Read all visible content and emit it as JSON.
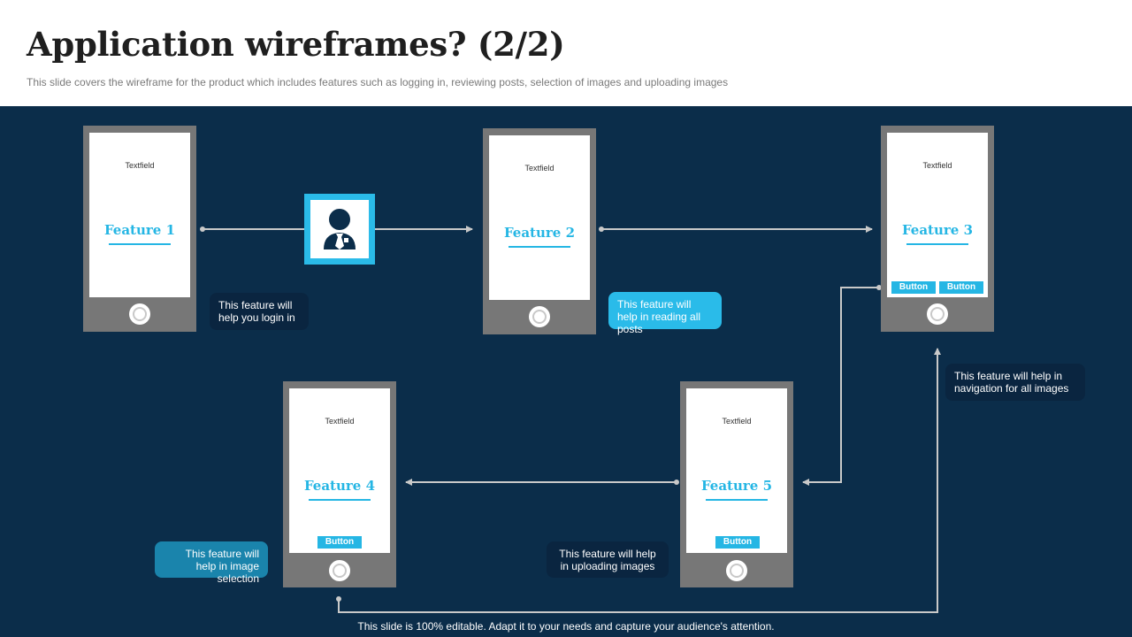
{
  "header": {
    "title": "Application wireframes? (2/2)",
    "subtitle": "This slide covers the wireframe for the product which includes features such as logging in, reviewing posts, selection of images and uploading images"
  },
  "phones": [
    {
      "textfield": "Textfield",
      "feature": "Feature 1"
    },
    {
      "textfield": "Textfield",
      "feature": "Feature 2"
    },
    {
      "textfield": "Textfield",
      "feature": "Feature 3",
      "buttons": [
        "Button",
        "Button"
      ]
    },
    {
      "textfield": "Textfield",
      "feature": "Feature 4",
      "buttons": [
        "Button"
      ]
    },
    {
      "textfield": "Textfield",
      "feature": "Feature 5",
      "buttons": [
        "Button"
      ]
    }
  ],
  "notes": {
    "login": "This feature will help you login in",
    "posts": "This feature will help in reading all posts",
    "navigation": "This feature will help in navigation for all images",
    "selection": "This feature will help in image selection",
    "uploading": "This feature will help in uploading images"
  },
  "colors": {
    "panel_background": "#0b2d4a",
    "accent": "#25b6e4",
    "phone_frame": "#777777",
    "note_dark": "#0a2540",
    "note_cyan": "#2abbe9",
    "note_teal": "#1a84ac"
  },
  "icons": {
    "user": "user-tie-icon"
  },
  "footer": "This slide is 100% editable. Adapt it to your needs and capture your audience's attention."
}
